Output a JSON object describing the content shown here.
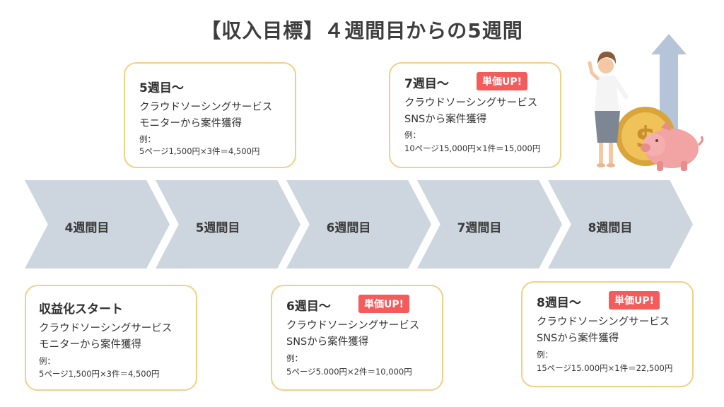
{
  "title": "【収入目標】４週間目からの5週間",
  "arrows": [
    "4週間目",
    "5週間目",
    "6週間目",
    "7週間目",
    "8週間目"
  ],
  "cards": {
    "start": {
      "heading": "収益化スタート",
      "line1": "クラウドソーシングサービス",
      "line2": "モニターから案件獲得",
      "example_label": "例：",
      "example": "5ページ1,500円×3件＝4,500円"
    },
    "week5": {
      "heading": "5週目〜",
      "line1": "クラウドソーシングサービス",
      "line2": "モニターから案件獲得",
      "example_label": "例：",
      "example": "5ページ1,500円×3件＝4,500円"
    },
    "week6": {
      "heading": "6週目〜",
      "badge": "単価UP!",
      "line1": "クラウドソーシングサービス",
      "line2": "SNSから案件獲得",
      "example_label": "例：",
      "example": "5ページ5.000円×2件＝10,000円"
    },
    "week7": {
      "heading": "7週目〜",
      "badge": "単価UP!",
      "line1": "クラウドソーシングサービス",
      "line2": "SNSから案件獲得",
      "example_label": "例：",
      "example": "10ページ15,000円×1件＝15,000円"
    },
    "week8": {
      "heading": "8週目〜",
      "badge": "単価UP!",
      "line1": "クラウドソーシングサービス",
      "line2": "SNSから案件獲得",
      "example_label": "例：",
      "example": "15ページ15.000円×1件＝22,500円"
    }
  },
  "colors": {
    "arrow": "#cdd6de",
    "card_border": "#f3cf86",
    "badge": "#f45b5b"
  }
}
